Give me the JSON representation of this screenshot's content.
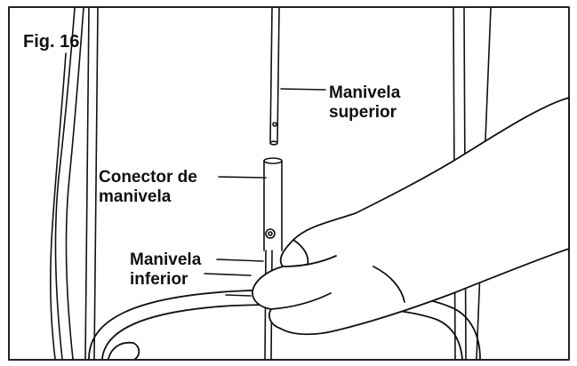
{
  "figure": {
    "title": "Fig. 16",
    "labels": {
      "upper_crank": [
        "Manivela",
        "superior"
      ],
      "crank_connector": [
        "Conector de",
        "manivela"
      ],
      "lower_crank": [
        "Manivela",
        "inferior"
      ]
    },
    "colors": {
      "ink": "#111111",
      "background": "#ffffff",
      "frame": "#222222"
    }
  }
}
